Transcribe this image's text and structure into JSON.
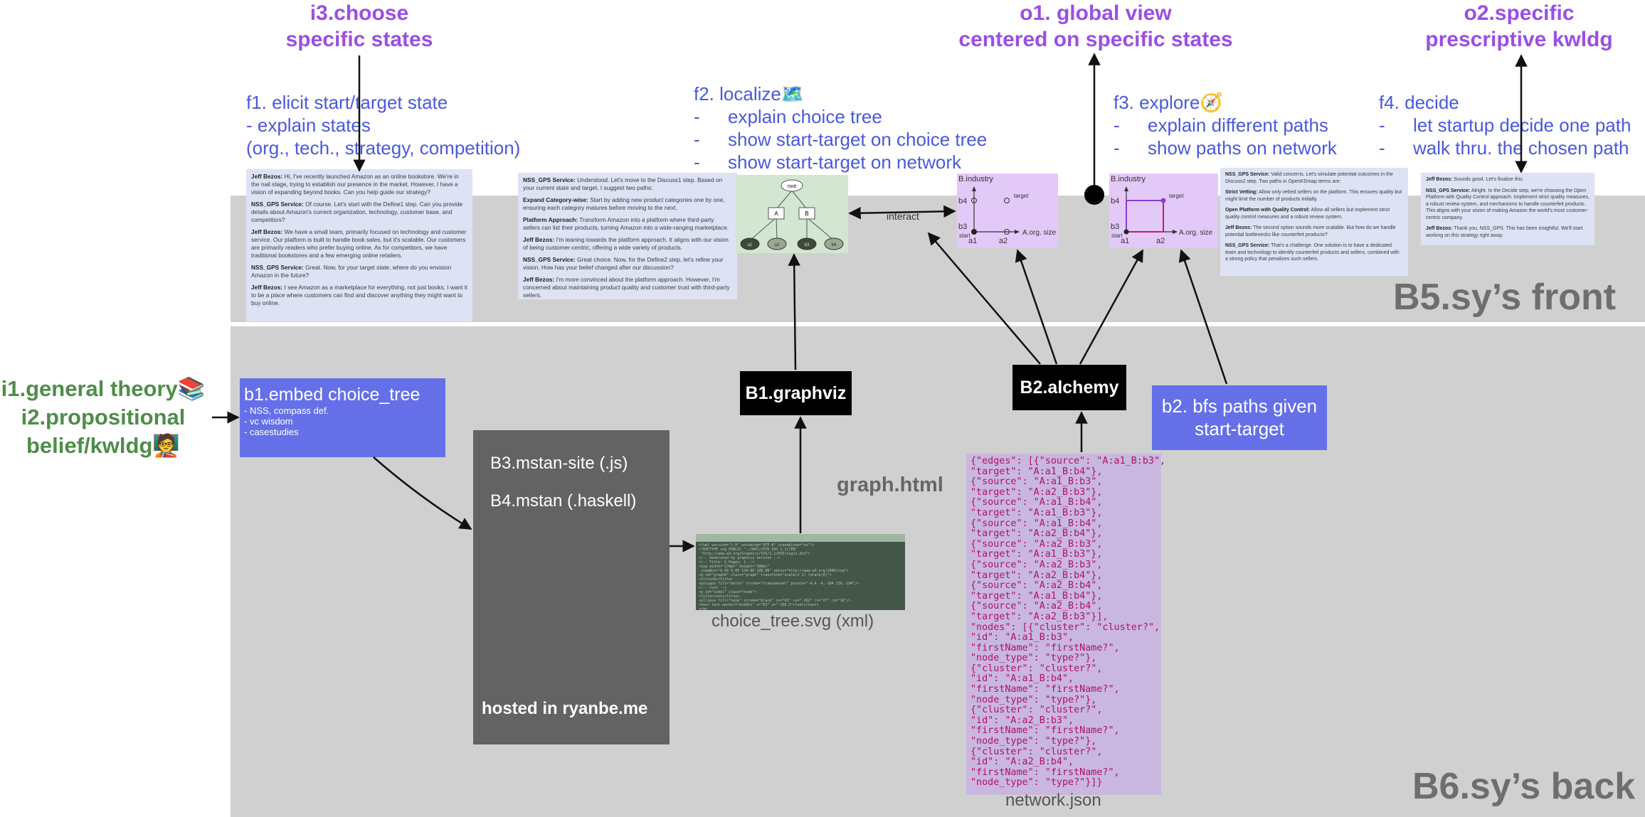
{
  "top_labels": {
    "i3": [
      "i3.choose",
      "specific states"
    ],
    "o1": [
      "o1. global view",
      "centered on specific states"
    ],
    "o2": [
      "o2.specific",
      "prescriptive kwldg"
    ]
  },
  "left_label": {
    "lines": [
      "i1.general theory📚",
      "i2.propositional",
      "belief/kwldg🧑‍🏫"
    ]
  },
  "f1": {
    "lines": [
      "f1. elicit start/target state",
      "- explain states",
      "(org., tech., strategy, competition)"
    ]
  },
  "f2": {
    "title": "f2. localize🗺️",
    "items": [
      "explain choice tree",
      "show start-target on choice tree",
      "show start-target on network"
    ]
  },
  "f3": {
    "title": "f3. explore🧭",
    "items": [
      "explain different paths",
      "show paths on network"
    ]
  },
  "f4": {
    "title": "f4. decide",
    "items": [
      "let startup decide one path",
      "walk thru. the chosen path"
    ]
  },
  "bands": {
    "front": "B5.sy’s front",
    "back": "B6.sy’s back"
  },
  "b1": {
    "title": "b1.embed choice_tree",
    "items": [
      "- NSS, compass def.",
      "- vc wisdom",
      "- casestudies"
    ]
  },
  "b2": {
    "lines": [
      "b2. bfs paths given",
      "start-target"
    ]
  },
  "B1": "B1.graphviz",
  "B2": "B2.alchemy",
  "server": {
    "line1": "B3.mstan-site (.js)",
    "line2": "B4.mstan (.haskell)",
    "footer": "hosted in ryanbe.me"
  },
  "graph_html": "graph.html",
  "choice_tree_caption": "choice_tree.svg (xml)",
  "network_caption": "network.json",
  "interact_label": "interact",
  "network_json_lines": [
    "{\"edges\": [{\"source\": \"A:a1_B:b3\",",
    "\"target\": \"A:a1_B:b4\"},",
    "{\"source\": \"A:a1_B:b3\",",
    "\"target\": \"A:a2_B:b3\"},",
    "{\"source\": \"A:a1_B:b4\",",
    "\"target\": \"A:a1_B:b3\"},",
    "{\"source\": \"A:a1_B:b4\",",
    "\"target\": \"A:a2_B:b4\"},",
    "{\"source\": \"A:a2_B:b3\",",
    "\"target\": \"A:a1_B:b3\"},",
    "{\"source\": \"A:a2_B:b3\",",
    "\"target\": \"A:a2_B:b4\"},",
    "{\"source\": \"A:a2_B:b4\",",
    "\"target\": \"A:a1_B:b4\"},",
    "{\"source\": \"A:a2_B:b4\",",
    "\"target\": \"A:a2_B:b3\"}],",
    "\"nodes\": [{\"cluster\": \"cluster?\",",
    "\"id\": \"A:a1_B:b3\",",
    "\"firstName\": \"firstName?\",",
    "\"node_type\": \"type?\"},",
    "{\"cluster\": \"cluster?\",",
    "\"id\": \"A:a1_B:b4\",",
    "\"firstName\": \"firstName?\",",
    "\"node_type\": \"type?\"},",
    "{\"cluster\": \"cluster?\",",
    "\"id\": \"A:a2_B:b3\",",
    "\"firstName\": \"firstName?\",",
    "\"node_type\": \"type?\"},",
    "{\"cluster\": \"cluster?\",",
    "\"id\": \"A:a2_B:b4\",",
    "\"firstName\": \"firstName?\",",
    "\"node_type\": \"type?\"}]}"
  ],
  "tree": {
    "root": "root",
    "mid": [
      "A",
      "B"
    ],
    "leaves": [
      "a1",
      "a2",
      "b3",
      "b4"
    ]
  },
  "network_plot_1": {
    "ylabel": "B.industry",
    "xlabel": "A.org. size",
    "y_ticks": [
      "b4",
      "b3"
    ],
    "x_ticks": [
      "a1",
      "a2"
    ],
    "start": "start",
    "target": "target"
  },
  "network_plot_2": {
    "ylabel": "B.industry",
    "xlabel": "A.org. size",
    "y_ticks": [
      "b4",
      "b3"
    ],
    "x_ticks": [
      "a1",
      "a2"
    ],
    "start": "start",
    "target": "target"
  },
  "chat1": [
    {
      "speaker": "Jeff Bezos:",
      "text": "Hi, I've recently launched Amazon as an online bookstore. We're in the nail stage, trying to establish our presence in the market. However, I have a vision of expanding beyond books. Can you help guide our strategy?"
    },
    {
      "speaker": "NSS_GPS Service:",
      "text": "Of course. Let's start with the Define1 step. Can you provide details about Amazon's current organization, technology, customer base, and competitors?"
    },
    {
      "speaker": "Jeff Bezos:",
      "text": "We have a small team, primarily focused on technology and customer service. Our platform is built to handle book sales, but it's scalable. Our customers are primarily readers who prefer buying online. As for competitors, we have traditional bookstores and a few emerging online retailers."
    },
    {
      "speaker": "NSS_GPS Service:",
      "text": "Great. Now, for your target state, where do you envision Amazon in the future?"
    },
    {
      "speaker": "Jeff Bezos:",
      "text": "I see Amazon as a marketplace for everything, not just books. I want it to be a place where customers can find and discover anything they might want to buy online."
    }
  ],
  "chat2": [
    {
      "speaker": "NSS_GPS Service:",
      "text": "Understood. Let's move to the Discuss1 step. Based on your current state and target, I suggest two paths:"
    },
    {
      "speaker": "Expand Category-wise:",
      "text": "Start by adding new product categories one by one, ensuring each category matures before moving to the next."
    },
    {
      "speaker": "Platform Approach:",
      "text": "Transform Amazon into a platform where third-party sellers can list their products, turning Amazon into a wide-ranging marketplace."
    },
    {
      "speaker": "Jeff Bezos:",
      "text": "I'm leaning towards the platform approach. It aligns with our vision of being customer-centric, offering a wide variety of products."
    },
    {
      "speaker": "NSS_GPS Service:",
      "text": "Great choice. Now, for the Define2 step, let's refine your vision. How has your belief changed after our discussion?"
    },
    {
      "speaker": "Jeff Bezos:",
      "text": "I'm more convinced about the platform approach. However, I'm concerned about maintaining product quality and customer trust with third-party sellers."
    }
  ],
  "chat3": [
    {
      "speaker": "NSS_GPS Service:",
      "text": "Valid concerns. Let's simulate potential outcomes in the Discuss2 step. Two paths in OpenKDmap terms are:"
    },
    {
      "speaker": "Strict Vetting:",
      "text": "Allow only vetted sellers on the platform. This ensures quality but might limit the number of products initially."
    },
    {
      "speaker": "Open Platform with Quality Control:",
      "text": "Allow all sellers but implement strict quality control measures and a robust review system."
    },
    {
      "speaker": "Jeff Bezos:",
      "text": "The second option sounds more scalable. But how do we handle potential bottlenecks like counterfeit products?"
    },
    {
      "speaker": "NSS_GPS Service:",
      "text": "That's a challenge. One solution is to have a dedicated team and technology to identify counterfeit products and sellers, combined with a strong policy that penalizes such sellers."
    }
  ],
  "chat4": [
    {
      "speaker": "Jeff Bezos:",
      "text": "Sounds good. Let's finalize this."
    },
    {
      "speaker": "NSS_GPS Service:",
      "text": "Alright. In the Decide step, we're choosing the Open Platform with Quality Control approach. Implement strict quality measures, a robust review system, and mechanisms to handle counterfeit products. This aligns with your vision of making Amazon the world's most customer-centric company."
    },
    {
      "speaker": "Jeff Bezos:",
      "text": "Thank you, NSS_GPS. This has been insightful. We'll start working on this strategy right away."
    }
  ],
  "svg_code_lines": [
    "<?xml version=\"1.0\" encoding=\"UTF-8\" standalone=\"no\"?>",
    "<!DOCTYPE svg PUBLIC \"-//W3C//DTD SVG 1.1//EN\"",
    " \"http://www.w3.org/Graphics/SVG/1.1/DTD/svg11.dtd\">",
    "<!-- Generated by graphviz version -->",
    "<!-- Title: G Pages: 1 -->",
    "<svg width=\"134pt\" height=\"188pt\"",
    " viewBox=\"0.00 0.00 134.00 188.00\" xmlns=\"http://www.w3.org/2000/svg\">",
    "<g id=\"graph0\" class=\"graph\" transform=\"scale(1 1) rotate(0)\">",
    "<title>G</title>",
    "<polygon fill=\"white\" stroke=\"transparent\" points=\"-4,4 -4,-184 130,-184\"/>",
    "<!-- root -->",
    "<g id=\"node1\" class=\"node\">",
    "<title>root</title>",
    "<ellipse fill=\"none\" stroke=\"black\" cx=\"63\" cy=\"-162\" rx=\"27\" ry=\"18\"/>",
    "<text text-anchor=\"middle\" x=\"63\" y=\"-158.3\">root</text>",
    "</g>"
  ]
}
